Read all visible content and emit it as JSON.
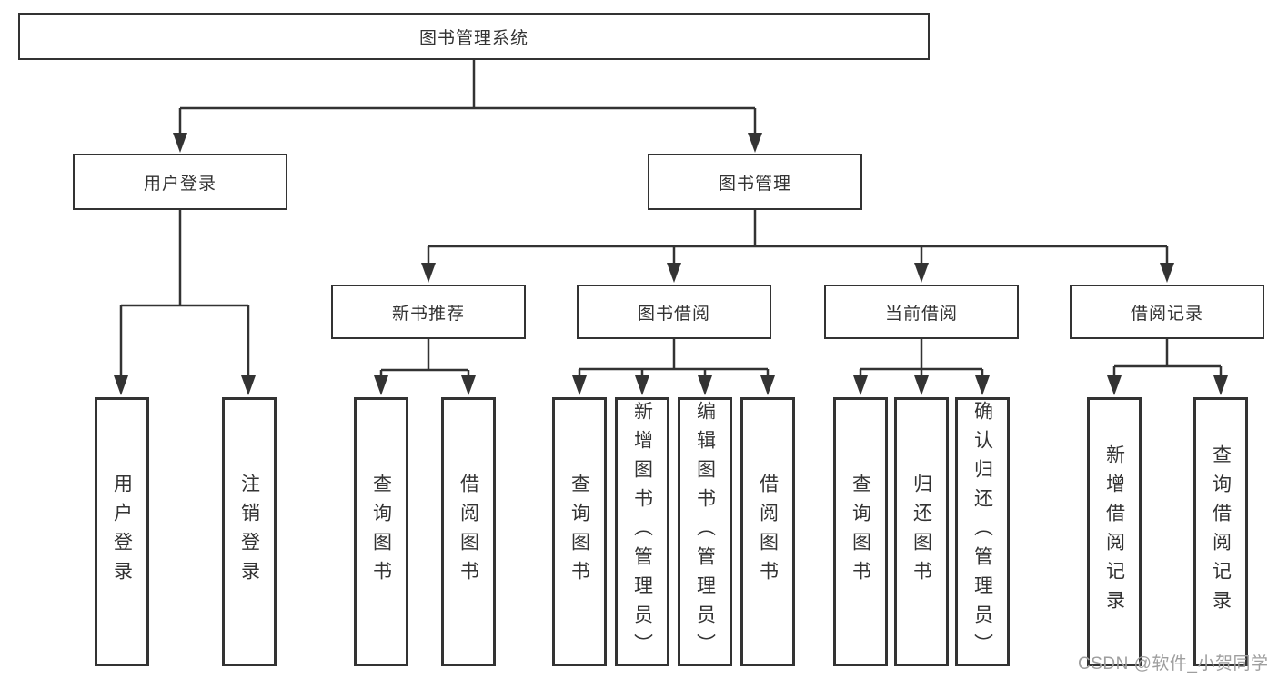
{
  "tree": {
    "root": {
      "label": "图书管理系统",
      "children": [
        {
          "label": "用户登录",
          "children": [
            {
              "label": "用户登录"
            },
            {
              "label": "注销登录"
            }
          ]
        },
        {
          "label": "图书管理",
          "children": [
            {
              "label": "新书推荐",
              "children": [
                {
                  "label": "查询图书"
                },
                {
                  "label": "借阅图书"
                }
              ]
            },
            {
              "label": "图书借阅",
              "children": [
                {
                  "label": "查询图书"
                },
                {
                  "label": "新增图书（管理员）"
                },
                {
                  "label": "编辑图书（管理员）"
                },
                {
                  "label": "借阅图书"
                }
              ]
            },
            {
              "label": "当前借阅",
              "children": [
                {
                  "label": "查询图书"
                },
                {
                  "label": "归还图书"
                },
                {
                  "label": "确认归还（管理员）"
                }
              ]
            },
            {
              "label": "借阅记录",
              "children": [
                {
                  "label": "新增借阅记录"
                },
                {
                  "label": "查询借阅记录"
                }
              ]
            }
          ]
        }
      ]
    }
  },
  "watermark": "CSDN @软件_小贺同学",
  "colors": {
    "line": "#333333",
    "box_border": "#333333",
    "text": "#333333",
    "watermark": "#9e9e9e",
    "background": "#ffffff"
  }
}
